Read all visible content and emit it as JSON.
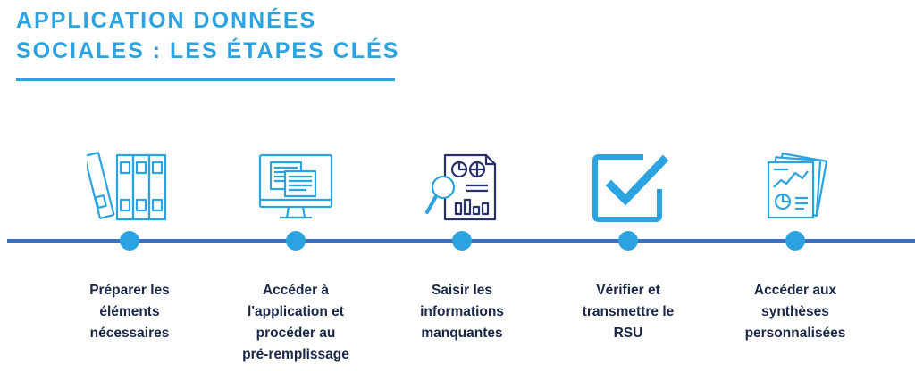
{
  "header": {
    "title_line1": "APPLICATION DONNÉES",
    "title_line2": "SOCIALES : LES ÉTAPES CLÉS"
  },
  "colors": {
    "accent": "#2aa3e0",
    "timeline": "#3a6fc4",
    "dark": "#1b2746",
    "icon_navy": "#27306b"
  },
  "steps": [
    {
      "icon": "binders-icon",
      "label_lines": [
        "Préparer les",
        "éléments",
        "nécessaires"
      ]
    },
    {
      "icon": "monitor-documents-icon",
      "label_lines": [
        "Accéder à",
        "l'application et",
        "procéder au",
        "pré-remplissage"
      ]
    },
    {
      "icon": "report-magnifier-icon",
      "label_lines": [
        "Saisir les",
        "informations",
        "manquantes"
      ]
    },
    {
      "icon": "checkbox-checked-icon",
      "label_lines": [
        "Vérifier et",
        "transmettre le",
        "RSU"
      ]
    },
    {
      "icon": "analytics-documents-icon",
      "label_lines": [
        "Accéder aux",
        "synthèses",
        "personnalisées"
      ]
    }
  ]
}
